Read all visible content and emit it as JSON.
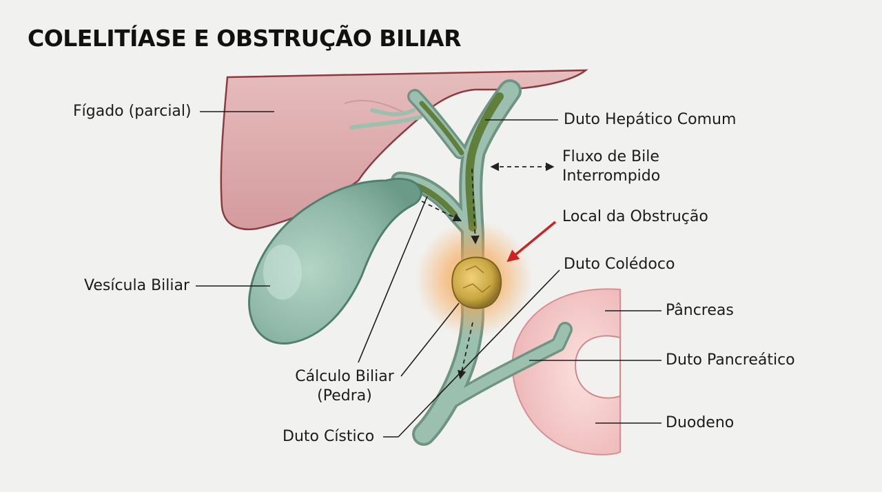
{
  "title": "COLELITÍASE E OBSTRUÇÃO BILIAR",
  "labels": {
    "liver": "Fígado (parcial)",
    "gallbladder": "Vesícula Biliar",
    "gallstone_line1": "Cálculo Biliar",
    "gallstone_line2": "(Pedra)",
    "cystic_duct": "Duto Cístico",
    "common_hepatic_duct": "Duto Hepático Comum",
    "bile_flow_line1": "Fluxo de Bile",
    "bile_flow_line2": "Interrompido",
    "obstruction_site": "Local da Obstrução",
    "common_bile_duct": "Duto Colédoco",
    "pancreas": "Pâncreas",
    "pancreatic_duct": "Duto Pancreático",
    "duodenum": "Duodeno"
  },
  "colors": {
    "liver": "#dca9a9",
    "gallbladder": "#8fb8a8",
    "duct": "#7fa090",
    "bile": "#5a7c3a",
    "stone": "#c9a640",
    "obstruction_glow": "#f7a24a",
    "pointer_arrow": "#cc2222",
    "pancreas": "#f2c4c4"
  }
}
